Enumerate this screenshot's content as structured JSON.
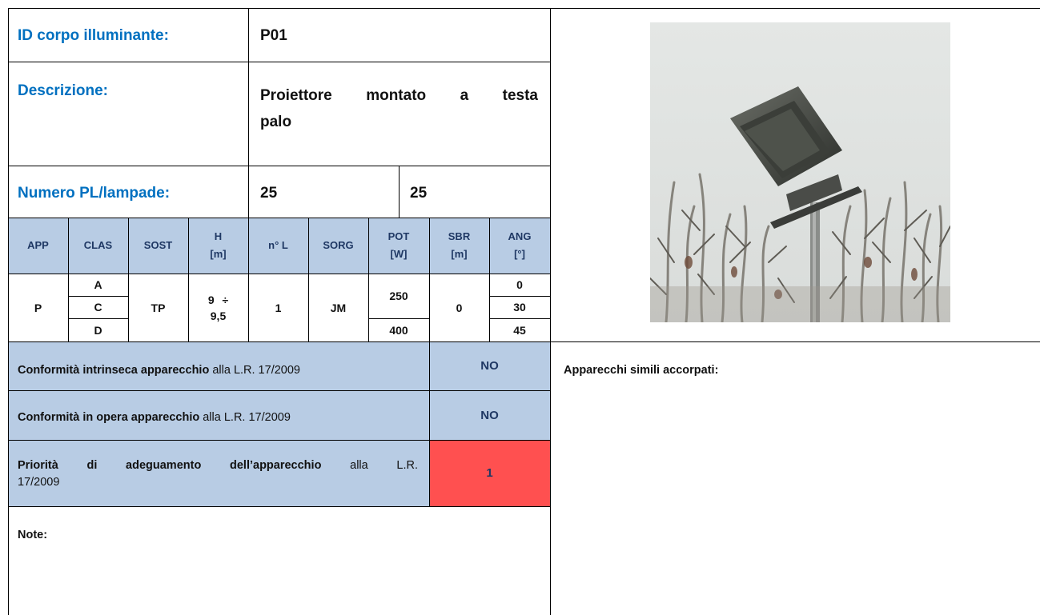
{
  "id_label": "ID corpo illuminante:",
  "id_value": "P01",
  "descrizione_label": "Descrizione:",
  "descrizione_value_line1": "Proiettore montato a testa",
  "descrizione_value_line2": "palo",
  "numero_label": "Numero PL/lampade:",
  "numero_pl": "25",
  "numero_lampade": "25",
  "table_headers": [
    {
      "line1": "APP",
      "line2": ""
    },
    {
      "line1": "CLAS",
      "line2": ""
    },
    {
      "line1": "SOST",
      "line2": ""
    },
    {
      "line1": "H",
      "line2": "[m]"
    },
    {
      "line1": "n° L",
      "line2": ""
    },
    {
      "line1": "SORG",
      "line2": ""
    },
    {
      "line1": "POT",
      "line2": "[W]"
    },
    {
      "line1": "SBR",
      "line2": "[m]"
    },
    {
      "line1": "ANG",
      "line2": "[°]"
    }
  ],
  "row": {
    "app": "P",
    "clas": [
      "A",
      "C",
      "D"
    ],
    "sost": "TP",
    "h_line1": "9 ÷",
    "h_line2": "9,5",
    "nl": "1",
    "sorg": "JM",
    "pot": [
      "250",
      "400"
    ],
    "sbr": "0",
    "ang": [
      "0",
      "30",
      "45"
    ]
  },
  "conformita_intrinseca_bold": "Conformità intrinseca apparecchio",
  "conformita_intrinseca_rest": " alla L.R. 17/2009",
  "conformita_intrinseca_value": "NO",
  "conformita_opera_bold": "Conformità in opera apparecchio",
  "conformita_opera_rest": " alla L.R. 17/2009",
  "conformita_opera_value": "NO",
  "priorita_bold": "Priorità di adeguamento dell’apparecchio",
  "priorita_rest_line1": " alla L.R.",
  "priorita_rest_line2": "17/2009",
  "priorita_value": "1",
  "note_label": "Note:",
  "apparecchi_simili_label": "Apparecchi simili accorpati:",
  "colors": {
    "label_blue": "#0070c0",
    "header_fill": "#b8cce4",
    "priority_red": "#ff5050"
  }
}
